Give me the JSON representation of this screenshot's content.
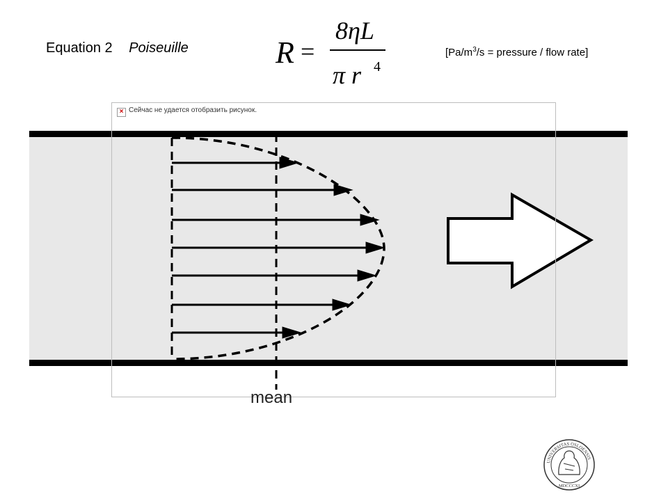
{
  "header": {
    "equation_label": "Equation 2",
    "equation_name": "Poiseuille",
    "units_prefix": "[Pa/m",
    "units_exp": "3",
    "units_suffix": "/s = pressure / flow rate]"
  },
  "formula": {
    "lhs": "R",
    "eq": "=",
    "numerator": "8ηL",
    "denominator_base": "π r",
    "denominator_exp": "4"
  },
  "broken_image": {
    "message": "Сейчас не удается отобразить рисунок.",
    "icon": "broken-image-icon"
  },
  "diagram": {
    "mean_label": "mean",
    "tube_fill": "#e8e8e8",
    "line_color": "#000000"
  },
  "logo": {
    "text": "UNIVERSITAS OSLOENSIS MDCCCXI"
  }
}
